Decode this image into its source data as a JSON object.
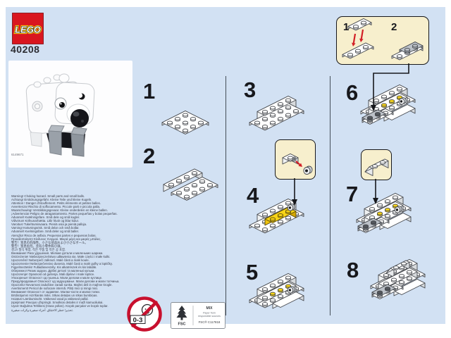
{
  "header": {
    "logo_text": "LEGO",
    "set_number": "40208"
  },
  "photo": {
    "element_id": "6149671"
  },
  "steps": [
    "1",
    "2",
    "3",
    "4",
    "5",
    "6",
    "7",
    "8"
  ],
  "callout": {
    "step1": "1",
    "step2": "2"
  },
  "warnings": [
    "Warning! Choking hazard. Small parts and small balls.",
    "Achtung! Erstickungsgefahr. Kleine Teile und kleine Kugeln.",
    "Attention ! Danger d'étouffement. Petits éléments et petites balles.",
    "Avvertenza! Rischio di soffocamento. Piccole parti e piccola palla.",
    "Waarschuwing! Verstikkingsgevaar. Kleine onderdelen en kleine ballen.",
    "¡Advertencia! Peligro de atragantamiento. Partes pequeñas y bolas pequeñas.",
    "Advarsel! Kvælningsfare. Små dele og små kugler.",
    "Viðvörun! Köfnunarhætta. Litlir hlutir og litlar kúlur.",
    "Varoitus! Tukehtumisvaara. Pieniä osia ja pieniä palloja.",
    "Varning! Kvävningsrisk. Små delar och små bollar.",
    "Advarsel! Kvelningsfare. Små deler og små baller.",
    "Atenção! Risco de asfixia. Pequenas partes e pequenas bolas.",
    "Προειδοποίηση! Κίνδυνος πνιγμού. Μικρά μέρη και μικρές μπάλες.",
    "警告！窒息の危険性。小さな部品および小さなボール。",
    "警告！窒息危险。含有小零件和小球。",
    "경고! 질식 위험. 작은 부품 및 작은 공 포함.",
    "Внимание! Риск удушения. Мелкие детали и маленькие шарики.",
    "Ostrzeżenie! Niebezpieczeństwo udławienia się. Małe części i małe kulki.",
    "Upozornění! Nebezpečí zalknutí. Malé části a malé koule.",
    "Upozornenie! Nebezpečenstvo dusenia. Malé časti a malé guľky a loptičky.",
    "Figyelmeztetés! Fulladásveszély. Kis alkatrészek és kis labdák.",
    "Обережно! Ризик задухи. Дрібні деталі та маленькі кульки.",
    "Upozorenje! Opasnost od gušenja. Mali dijelovi i male loptice.",
    "Упозорење! Опасност од гушења. Мали делови и мале куглице.",
    "Предупредување! Опасност од задушување. Мали делови и мали топчиња.",
    "Opozorilo! Nevarnost zadušitve zaradi sunka. Majhni deli in majhne krogle.",
    "Avertisment! Pericol de sufocare internă. Părți mici și mingi mici.",
    "Внимание! Опасност от задавяне. Малки части и малки топки.",
    "Brīdinājums! Aizrīšanās risks. Sīkas detaļas un sīkas bumbiņas.",
    "Hoiatus! Lämbumisoht. Väikesed osad ja väikesed pallid.",
    "Įspėjimas! Pavojus užspringti. Smulkios detalės ir maži kamuoliukai.",
    "Uyarı! Boğulma Tehlikesi (Hava yolları). Küçük parçalar ve küçük toplar.",
    "تحذير! خطر الاختناق. أجزاء صغيرة وكرات صغيرة."
  ],
  "footer": {
    "age_warning": "0-3",
    "fsc": {
      "org": "FSC",
      "mix": "MIX",
      "line1": "Paper from",
      "line2": "responsible sources",
      "cert": "FSC® C117818"
    }
  },
  "colors": {
    "background": "#d2e1f3",
    "lego_red": "#d9161f",
    "callout_bg": "#f7efcd",
    "brick_yellow": "#f8d416",
    "warning_red": "#c8102e",
    "arrow_red": "#d21f26"
  }
}
